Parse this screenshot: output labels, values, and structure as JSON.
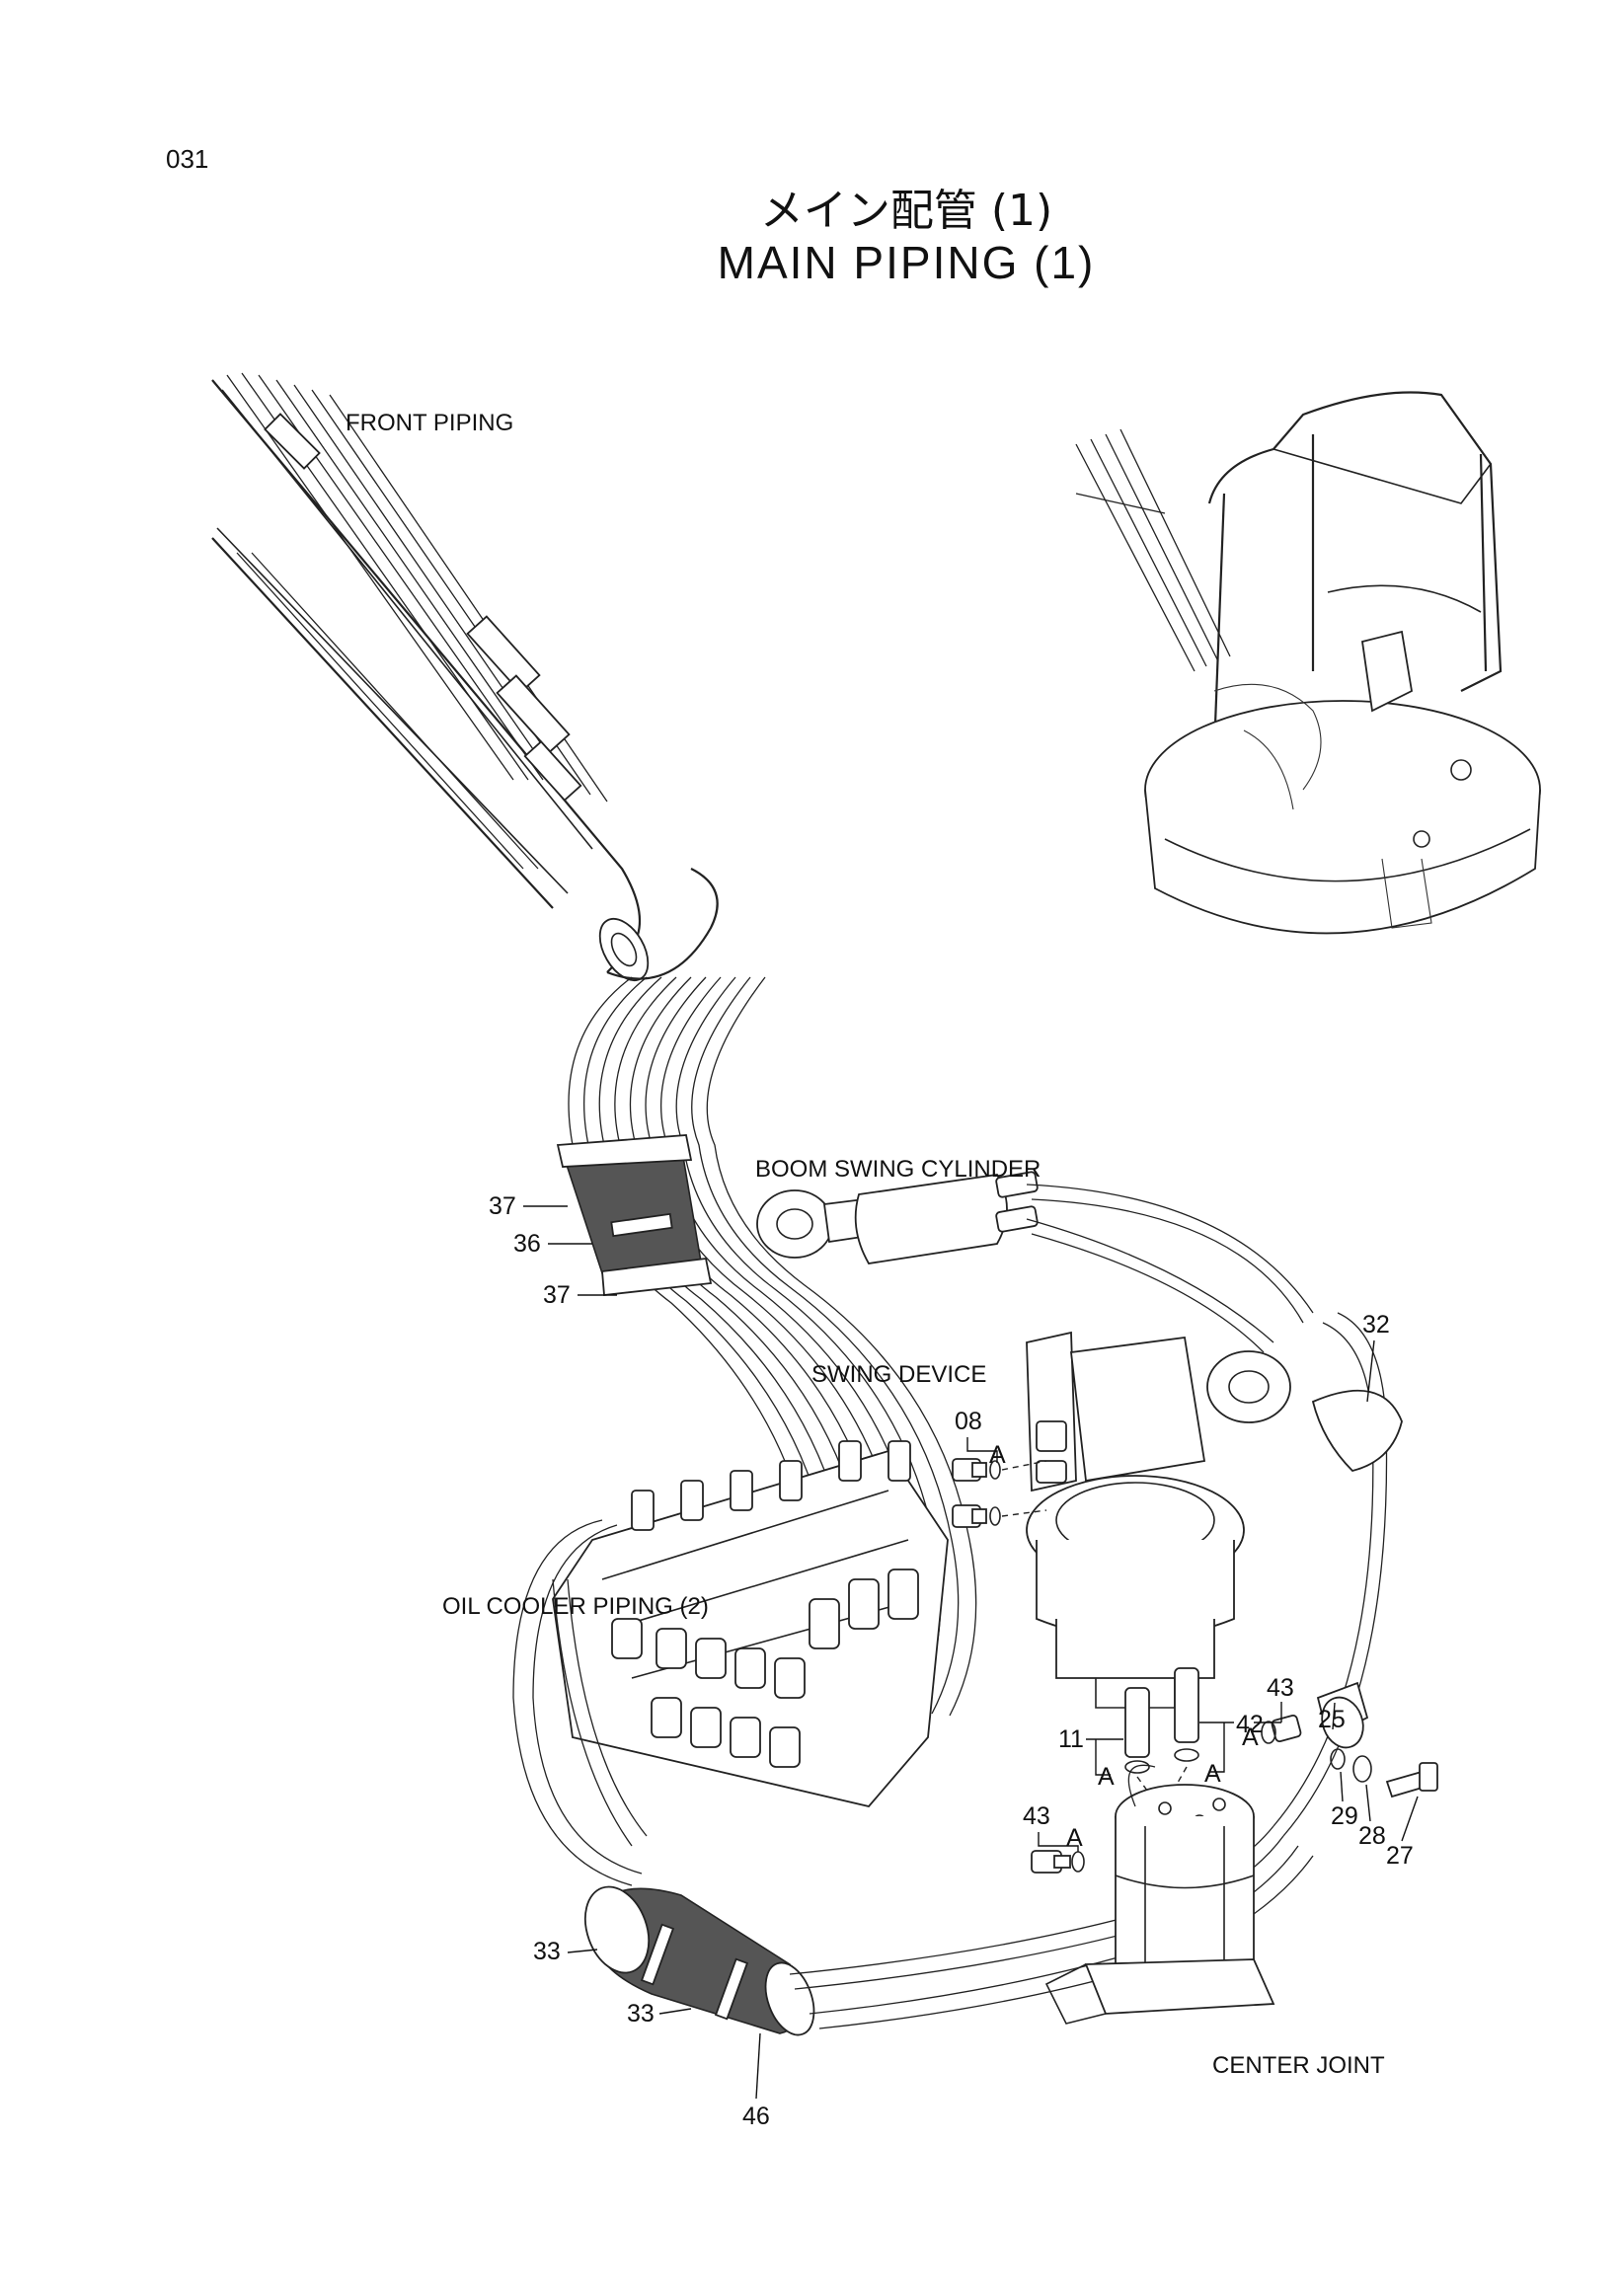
{
  "page": {
    "number": "031",
    "title_jp": "メイン配管 (1)",
    "title_en": "MAIN PIPING (1)"
  },
  "labels": {
    "front_piping": "FRONT PIPING",
    "boom_swing_cylinder": "BOOM SWING CYLINDER",
    "swing_device": "SWING DEVICE",
    "oil_cooler_piping": "OIL COOLER PIPING (2)",
    "center_joint": "CENTER JOINT"
  },
  "callouts": {
    "c37a": "37",
    "c36": "36",
    "c37b": "37",
    "c32": "32",
    "c08": "08",
    "c08_view": "A",
    "c11": "11",
    "c11_view": "A",
    "c42": "42",
    "c42_view": "A",
    "c43a": "43",
    "c43a_view": "A",
    "c25": "25",
    "c29": "29",
    "c28": "28",
    "c27": "27",
    "c43b": "43",
    "c43b_view": "A",
    "c33a": "33",
    "c33b": "33",
    "c46": "46"
  }
}
